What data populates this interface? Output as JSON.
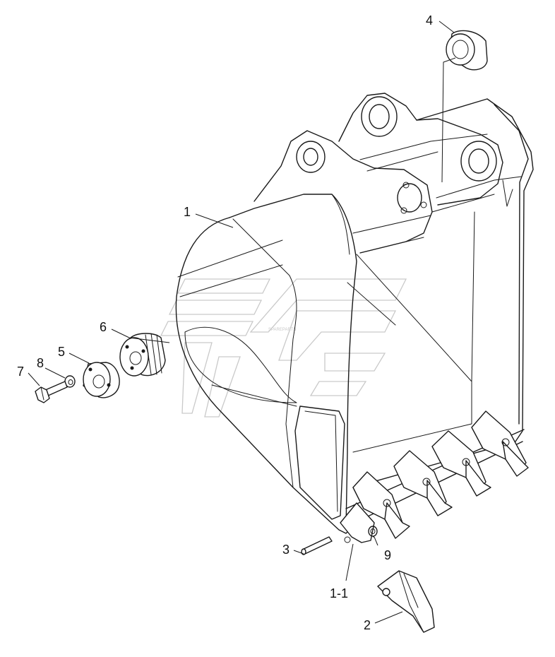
{
  "callouts": {
    "c1": "1",
    "c1_1": "1-1",
    "c2": "2",
    "c3": "3",
    "c4": "4",
    "c5": "5",
    "c6": "6",
    "c7": "7",
    "c8": "8",
    "c9": "9"
  },
  "icons": {
    "watermark": "stylized-logo-watermark"
  }
}
